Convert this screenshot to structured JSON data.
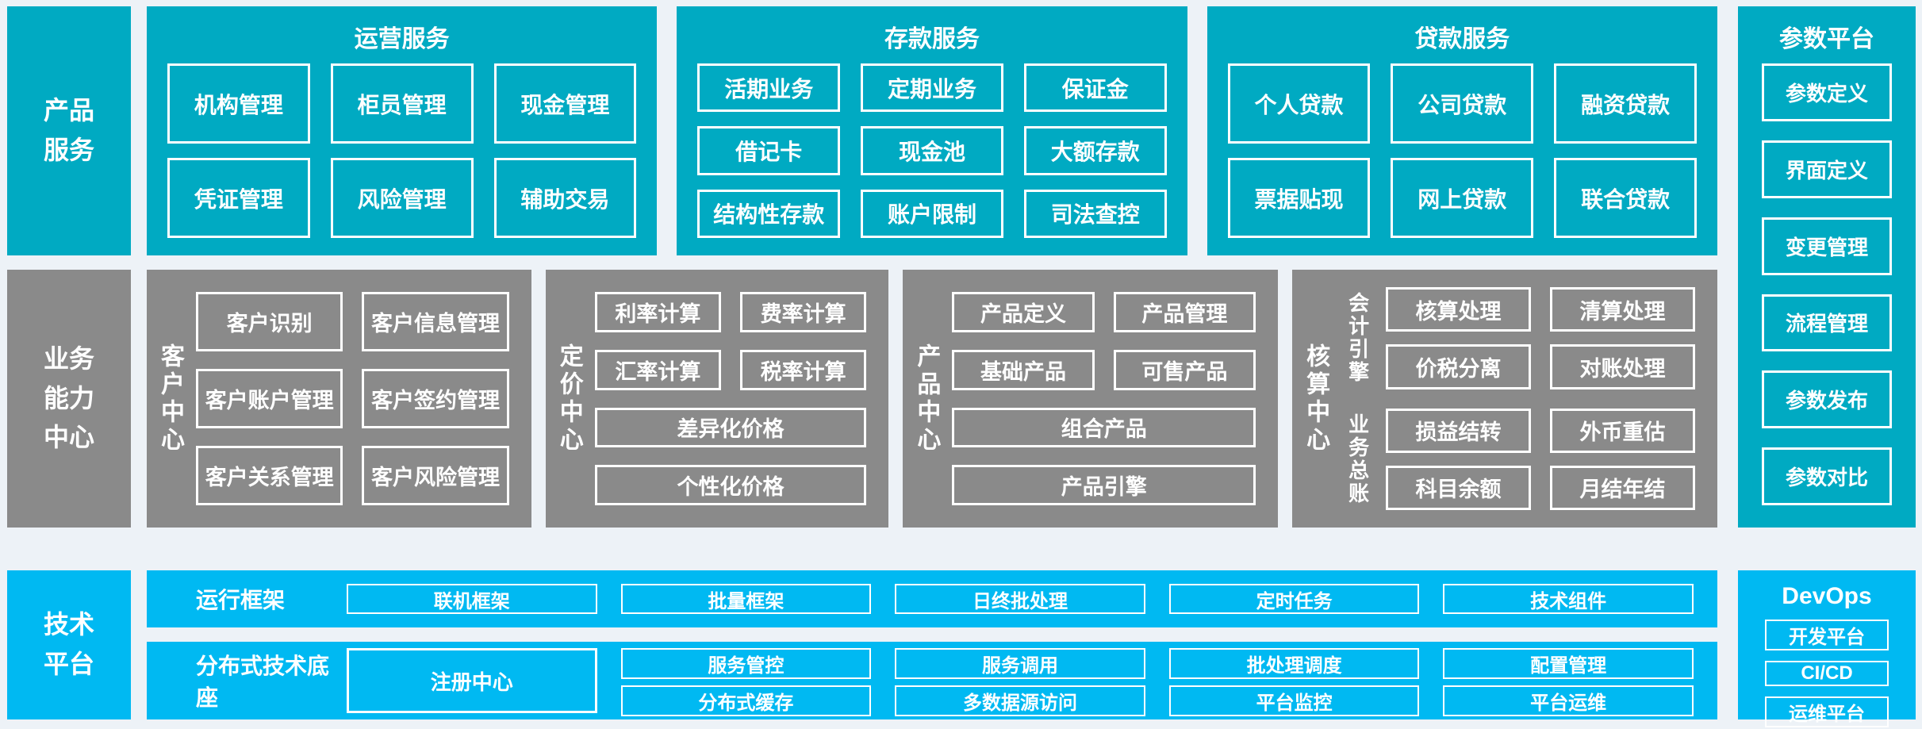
{
  "colors": {
    "teal": "#00aac2",
    "blue": "#00b9f2",
    "gray": "#8a8a8a",
    "background": "#edf2f7",
    "text": "#ffffff"
  },
  "sidebars": {
    "product": "产品\n服务",
    "business": "业务\n能力\n中心",
    "tech": "技术\n平台"
  },
  "sections": {
    "operations": {
      "title": "运营服务",
      "items": [
        "机构管理",
        "柜员管理",
        "现金管理",
        "凭证管理",
        "风险管理",
        "辅助交易"
      ]
    },
    "deposit": {
      "title": "存款服务",
      "items": [
        "活期业务",
        "定期业务",
        "保证金",
        "借记卡",
        "现金池",
        "大额存款",
        "结构性存款",
        "账户限制",
        "司法查控"
      ]
    },
    "loan": {
      "title": "贷款服务",
      "items": [
        "个人贷款",
        "公司贷款",
        "融资贷款",
        "票据贴现",
        "网上贷款",
        "联合贷款"
      ]
    }
  },
  "param_platform": {
    "title": "参数平台",
    "items": [
      "参数定义",
      "界面定义",
      "变更管理",
      "流程管理",
      "参数发布",
      "参数对比"
    ]
  },
  "centers": {
    "customer": {
      "label": "客户中心",
      "items": [
        "客户识别",
        "客户信息管理",
        "客户账户管理",
        "客户签约管理",
        "客户关系管理",
        "客户风险管理"
      ]
    },
    "pricing": {
      "label": "定价中心",
      "items": [
        "利率计算",
        "费率计算",
        "汇率计算",
        "税率计算"
      ],
      "wide_items": [
        "差异化价格",
        "个性化价格"
      ]
    },
    "product": {
      "label": "产品中心",
      "items": [
        "产品定义",
        "产品管理",
        "基础产品",
        "可售产品"
      ],
      "wide_items": [
        "组合产品",
        "产品引擎"
      ]
    },
    "accounting": {
      "label": "核算中心",
      "groups": [
        {
          "label": "会计引擎",
          "items": [
            "核算处理",
            "清算处理",
            "价税分离",
            "对账处理"
          ]
        },
        {
          "label": "业务总账",
          "items": [
            "损益结转",
            "外币重估",
            "科目余额",
            "月结年结"
          ]
        }
      ]
    }
  },
  "tech": {
    "runtime": {
      "label": "运行框架",
      "items": [
        "联机框架",
        "批量框架",
        "日终批处理",
        "定时任务",
        "技术组件"
      ]
    },
    "distributed": {
      "label": "分布式技术底座",
      "registry": "注册中心",
      "top_items": [
        "服务管控",
        "服务调用",
        "批处理调度",
        "配置管理"
      ],
      "bottom_items": [
        "分布式缓存",
        "多数据源访问",
        "平台监控",
        "平台运维"
      ]
    },
    "devops": {
      "title": "DevOps",
      "items": [
        "开发平台",
        "CI/CD",
        "运维平台"
      ]
    }
  }
}
